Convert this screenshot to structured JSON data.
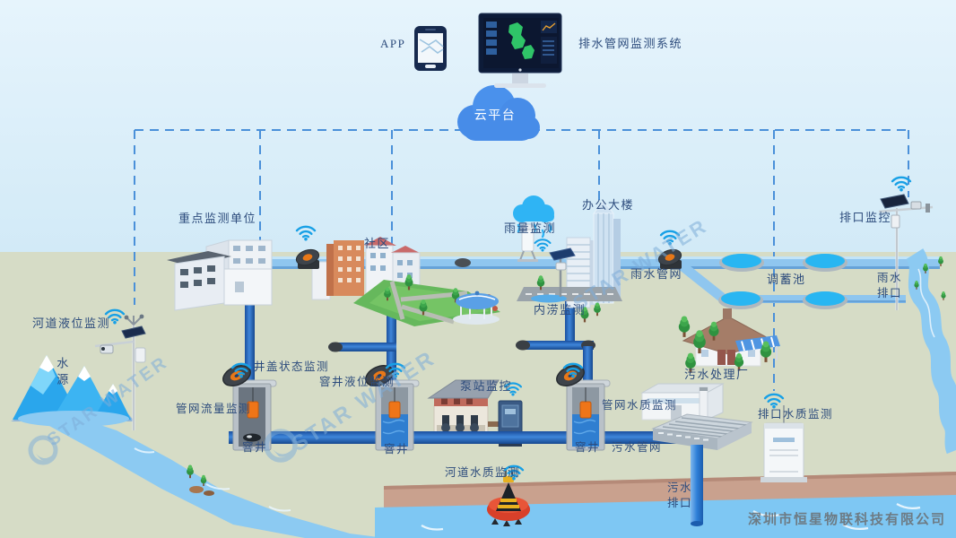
{
  "top": {
    "app_label": "APP",
    "system_label": "排水管网监测系统",
    "cloud_label": "云平台"
  },
  "labels": {
    "key_unit": "重点监测单位",
    "community": "社区",
    "rain_monitor": "雨量监测",
    "office_building": "办公大楼",
    "waterlogging": "内涝监测",
    "rain_pipe_network": "雨水管网",
    "storage_pool": "调蓄池",
    "outlet_monitor": "排口监控",
    "rain_outlet_line1": "雨水",
    "rain_outlet_line2": "排口",
    "river_level": "河道液位监测",
    "water_source": "水源",
    "cover_status": "井盖状态监测",
    "manhole_level": "窨井液位监测",
    "flow_monitor": "管网流量监测",
    "pump_monitor": "泵站监控",
    "pipe_water_quality": "管网水质监测",
    "sewage_plant": "污水处理厂",
    "outlet_water_quality": "排口水质监测",
    "manhole": "窨井",
    "sewage_pipe_network": "污水管网",
    "river_water_quality": "河道水质监测",
    "sewage_outlet_line1": "污水",
    "sewage_outlet_line2": "排口"
  },
  "footer": {
    "company": "深圳市恒星物联科技有限公司"
  },
  "watermark": {
    "text": "STAR WATER"
  },
  "icons": [
    "wifi-icon",
    "cloud-icon",
    "smartphone-icon",
    "monitor-icon",
    "rain-cloud-icon",
    "star-water-logo"
  ],
  "colors": {
    "sky": "#dcEEf9",
    "ground": "#d6dcc6",
    "cloud_blue": "#478ce8",
    "wifi_blue": "#17a0e6",
    "pipe_blue": "#2a6fc6",
    "channel_blue": "#8fc6ef",
    "pool_blue": "#28b6f2",
    "label_navy": "#2c4b7c",
    "bank_brown": "#c9a18e"
  }
}
